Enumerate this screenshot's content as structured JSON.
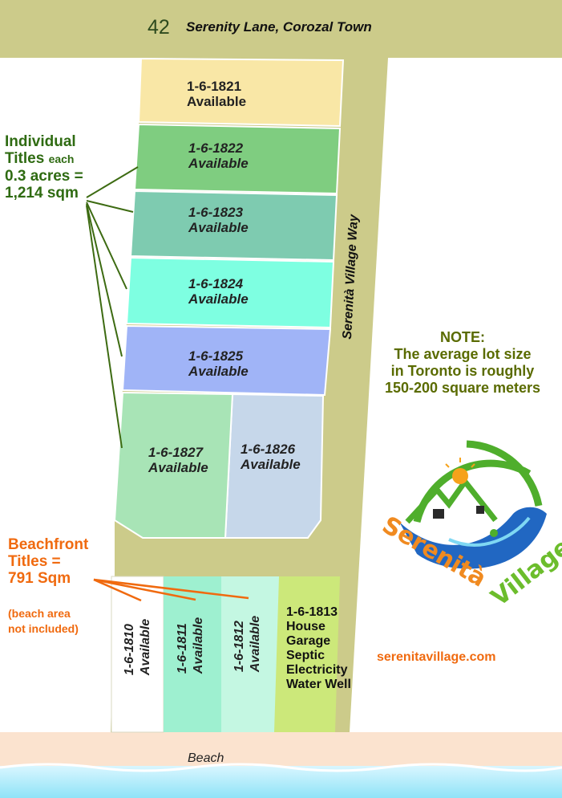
{
  "address": {
    "number": "42",
    "street": "Serenity Lane, Corozal Town"
  },
  "road": {
    "name": "Serenità Village Way"
  },
  "individual_titles": {
    "line1": "Individual",
    "line2_big": "Titles",
    "line2_small": "each",
    "line3": "0.3 acres =",
    "line4": "1,214 sqm"
  },
  "beachfront_titles": {
    "line1": "Beachfront",
    "line2": "Titles =",
    "line3": "791 Sqm",
    "note1": "(beach area",
    "note2": "not included)"
  },
  "note": {
    "heading": "NOTE:",
    "line1": "The average lot size",
    "line2": "in Toronto is roughly",
    "line3": "150-200 square meters"
  },
  "lots": [
    {
      "id": "1-6-1821",
      "status": "Available",
      "color": "#f9e7a6"
    },
    {
      "id": "1-6-1822",
      "status": "Available",
      "color": "#7fcd80"
    },
    {
      "id": "1-6-1823",
      "status": "Available",
      "color": "#7ecbb0"
    },
    {
      "id": "1-6-1824",
      "status": "Available",
      "color": "#7effe1"
    },
    {
      "id": "1-6-1825",
      "status": "Available",
      "color": "#a0b4f7"
    },
    {
      "id": "1-6-1826",
      "status": "Available",
      "color": "#c6d7ea"
    },
    {
      "id": "1-6-1827",
      "status": "Available",
      "color": "#a8e4b6"
    }
  ],
  "beach_lots": [
    {
      "id": "1-6-1810",
      "status": "Available",
      "color": "#ffffff"
    },
    {
      "id": "1-6-1811",
      "status": "Available",
      "color": "#9ef0d0"
    },
    {
      "id": "1-6-1812",
      "status": "Available",
      "color": "#c4f7e2"
    }
  ],
  "house_lot": {
    "id": "1-6-1813",
    "features": [
      "House",
      "Garage",
      "Septic",
      "Electricity",
      "Water Well"
    ],
    "color": "#cce87a"
  },
  "logo": {
    "word1": "Serenità",
    "word2": "Village"
  },
  "website": "serenitavillage.com",
  "beach": "Beach",
  "colors": {
    "road": "#cccb8a",
    "sand": "#fbe3cf",
    "water": "#bff0ff",
    "orange": "#f06a0f",
    "green": "#2f6b12"
  }
}
